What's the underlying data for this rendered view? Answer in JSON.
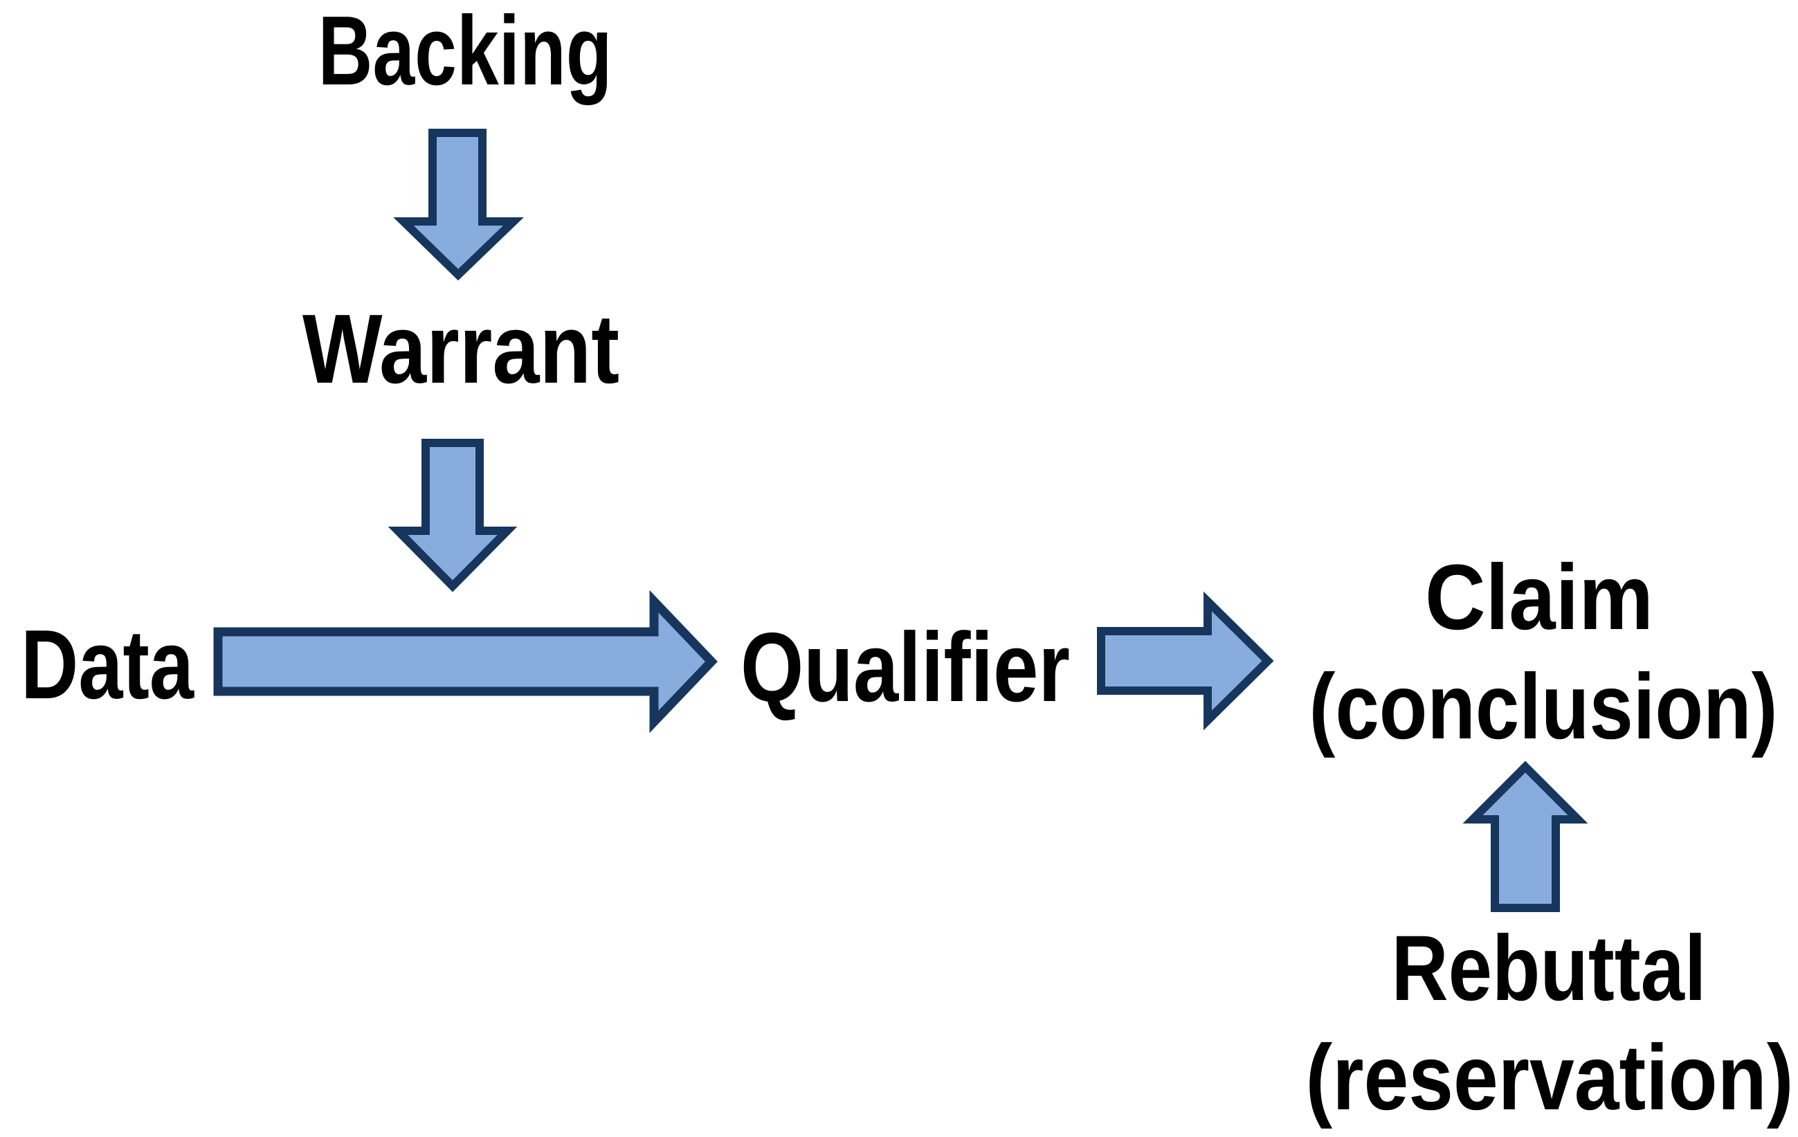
{
  "diagram": {
    "colors": {
      "background": "#FFFFFF",
      "text": "#000000",
      "arrow_fill": "#87ACDD",
      "arrow_border": "#17365D"
    },
    "nodes": {
      "backing": {
        "label": "Backing"
      },
      "warrant": {
        "label": "Warrant"
      },
      "data": {
        "label": "Data"
      },
      "qualifier": {
        "label": "Qualifier"
      },
      "claim": {
        "line1": "Claim",
        "line2": "(conclusion)"
      },
      "rebuttal": {
        "line1": "Rebuttal",
        "line2": "(reservation)"
      }
    },
    "arrows": {
      "backing_to_warrant": "down",
      "warrant_to_data_row": "down",
      "data_to_qualifier": "right",
      "qualifier_to_claim": "right",
      "rebuttal_to_claim": "up"
    }
  }
}
